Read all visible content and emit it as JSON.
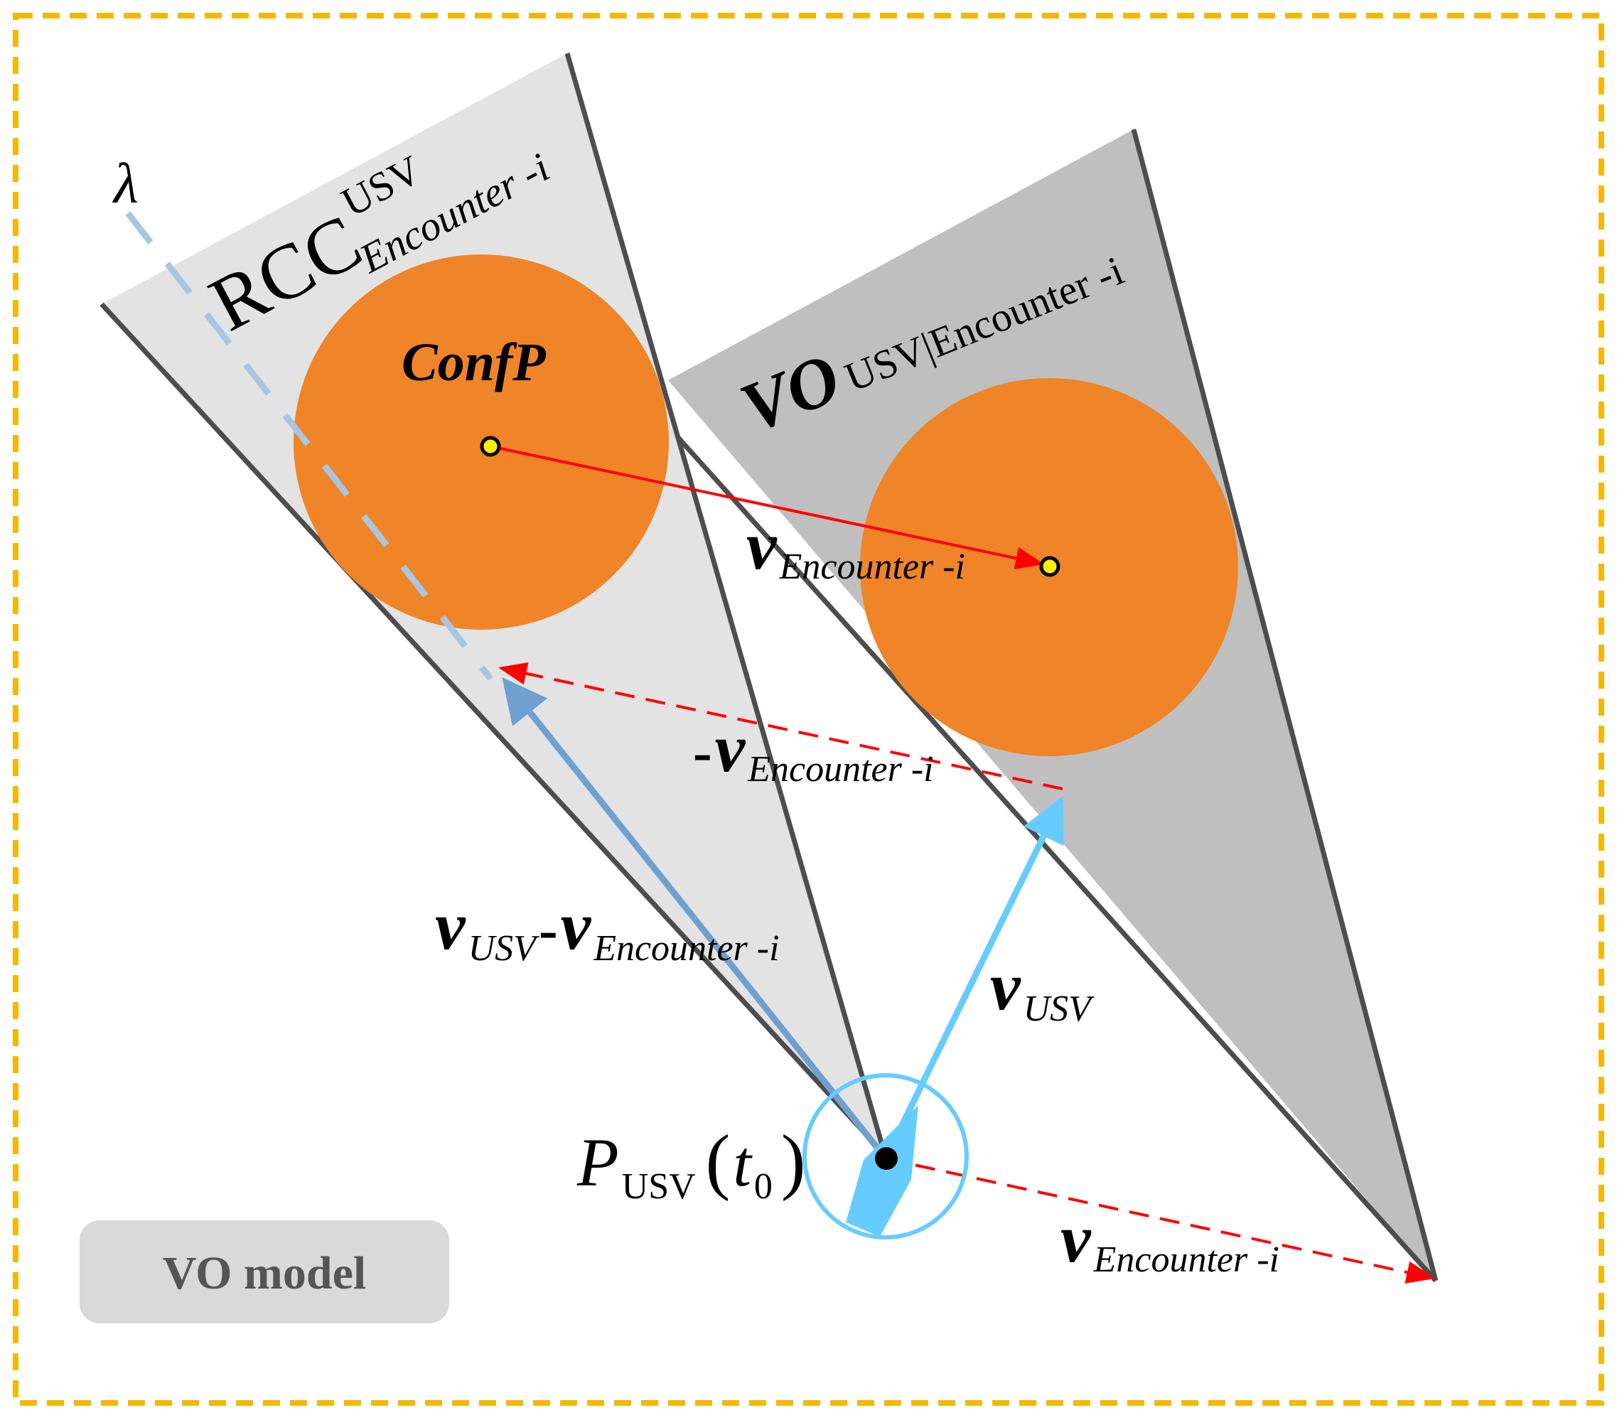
{
  "labels": {
    "lambda": "λ",
    "rcc_main": "RCC",
    "rcc_sup": "USV",
    "rcc_sub": "Encounter -i",
    "confp": "ConfP",
    "vo_main": "VO",
    "vo_sub": "USV|Encounter -i",
    "v_enc_main": "v",
    "v_enc_sub": "Encounter -i",
    "neg_v_enc_prefix": "-",
    "neg_v_enc_main": "v",
    "neg_v_enc_sub": "Encounter -i",
    "rel_v1_main": "v",
    "rel_v1_sub": "USV",
    "rel_minus": " -",
    "rel_v2_main": "v",
    "rel_v2_sub": "Encounter -i",
    "v_usv_main": "v",
    "v_usv_sub": "USV",
    "p_main": "P",
    "p_sub": "USV",
    "p_open": "(",
    "p_t": "t",
    "p_t_sub": "0",
    "p_close": ")",
    "v_enc2_main": "v",
    "v_enc2_sub": "Encounter -i"
  },
  "badge": {
    "text": "VO model"
  },
  "colors": {
    "frame": "#f5b800",
    "rcc_fill": "#e3e3e3",
    "vo_fill": "#bfbfbf",
    "cone_edge": "#4d4d4d",
    "obstacle": "#ef8428",
    "red_arrow": "#ff0000",
    "light_blue": "#66ccff",
    "steel_blue": "#6fa0d0",
    "lambda_dash": "#a8c6e2",
    "center_dot": "#ffee00",
    "badge_bg": "#d9d9d9"
  },
  "icons": {
    "usv_circle": "circle-icon",
    "usv_hull": "ship-hull-icon",
    "center_point": "dot-icon"
  }
}
